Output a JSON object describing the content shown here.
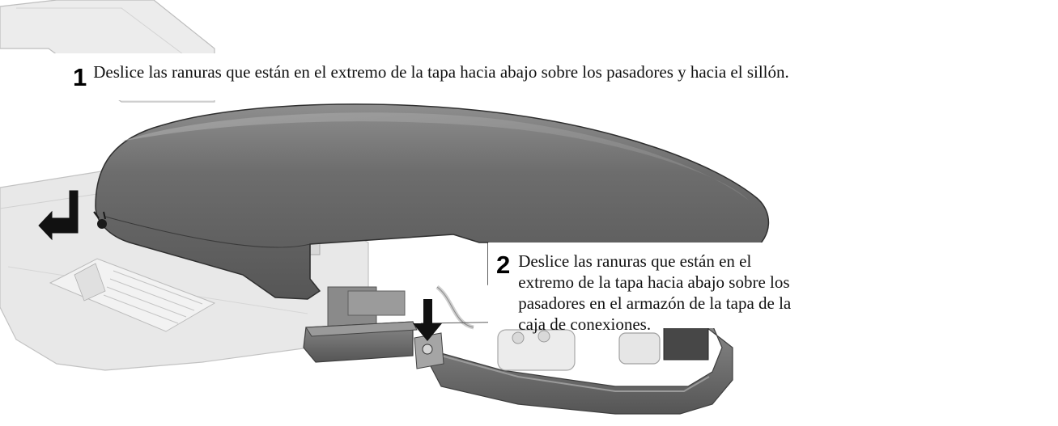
{
  "steps": [
    {
      "number": "1",
      "text": "Deslice las ranuras que están en el extremo de la tapa hacia abajo sobre los pasadores y hacia el sillón."
    },
    {
      "number": "2",
      "text": "Deslice las ranuras que están en el extremo de la tapa hacia abajo sobre los pasadores en el armazón de la tapa de la caja de conexiones."
    }
  ],
  "colors": {
    "cover_dark": "#5c5c5c",
    "cover_light": "#9a9a9a",
    "frame": "#6f6f6f",
    "chair_base": "#e4e4e4",
    "arrow": "#111111"
  }
}
